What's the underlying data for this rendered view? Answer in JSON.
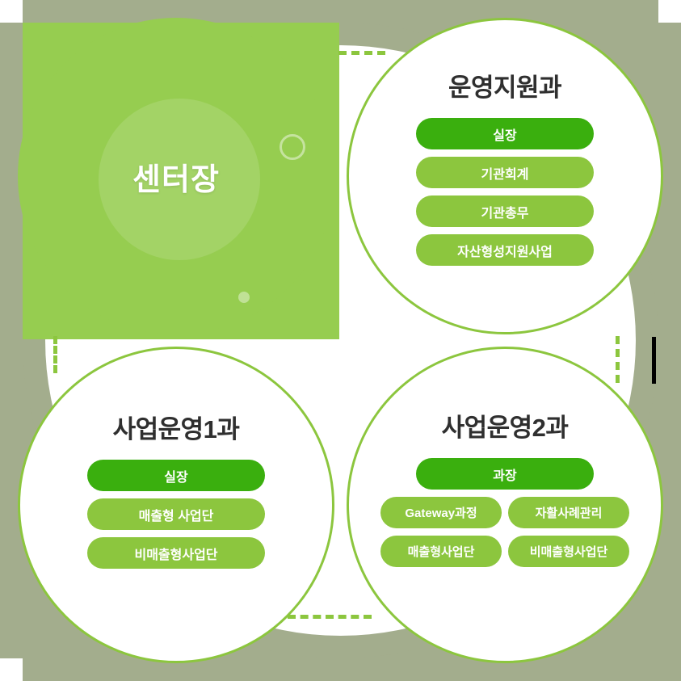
{
  "center": {
    "label": "센터장",
    "accent_color": "#96cd50"
  },
  "quadrants": [
    {
      "id": "operations-support",
      "title": "운영지원과",
      "lead": "실장",
      "items": [
        "기관회계",
        "기관총무",
        "자산형성지원사업"
      ],
      "layout": "column"
    },
    {
      "id": "business-operations-1",
      "title": "사업운영1과",
      "lead": "실장",
      "items": [
        "매출형 사업단",
        "비매출형사업단"
      ],
      "layout": "column"
    },
    {
      "id": "business-operations-2",
      "title": "사업운영2과",
      "lead": "과장",
      "items": [
        "Gateway과정",
        "자활사례관리",
        "매출형사업단",
        "비매출형사업단"
      ],
      "layout": "grid"
    }
  ],
  "colors": {
    "brand_green": "#96cd50",
    "pill_lead": "#3aaf0e",
    "pill_sub": "#8cc63e",
    "backdrop_grey": "#a3ad8d",
    "outline_green": "#8cc63e"
  }
}
